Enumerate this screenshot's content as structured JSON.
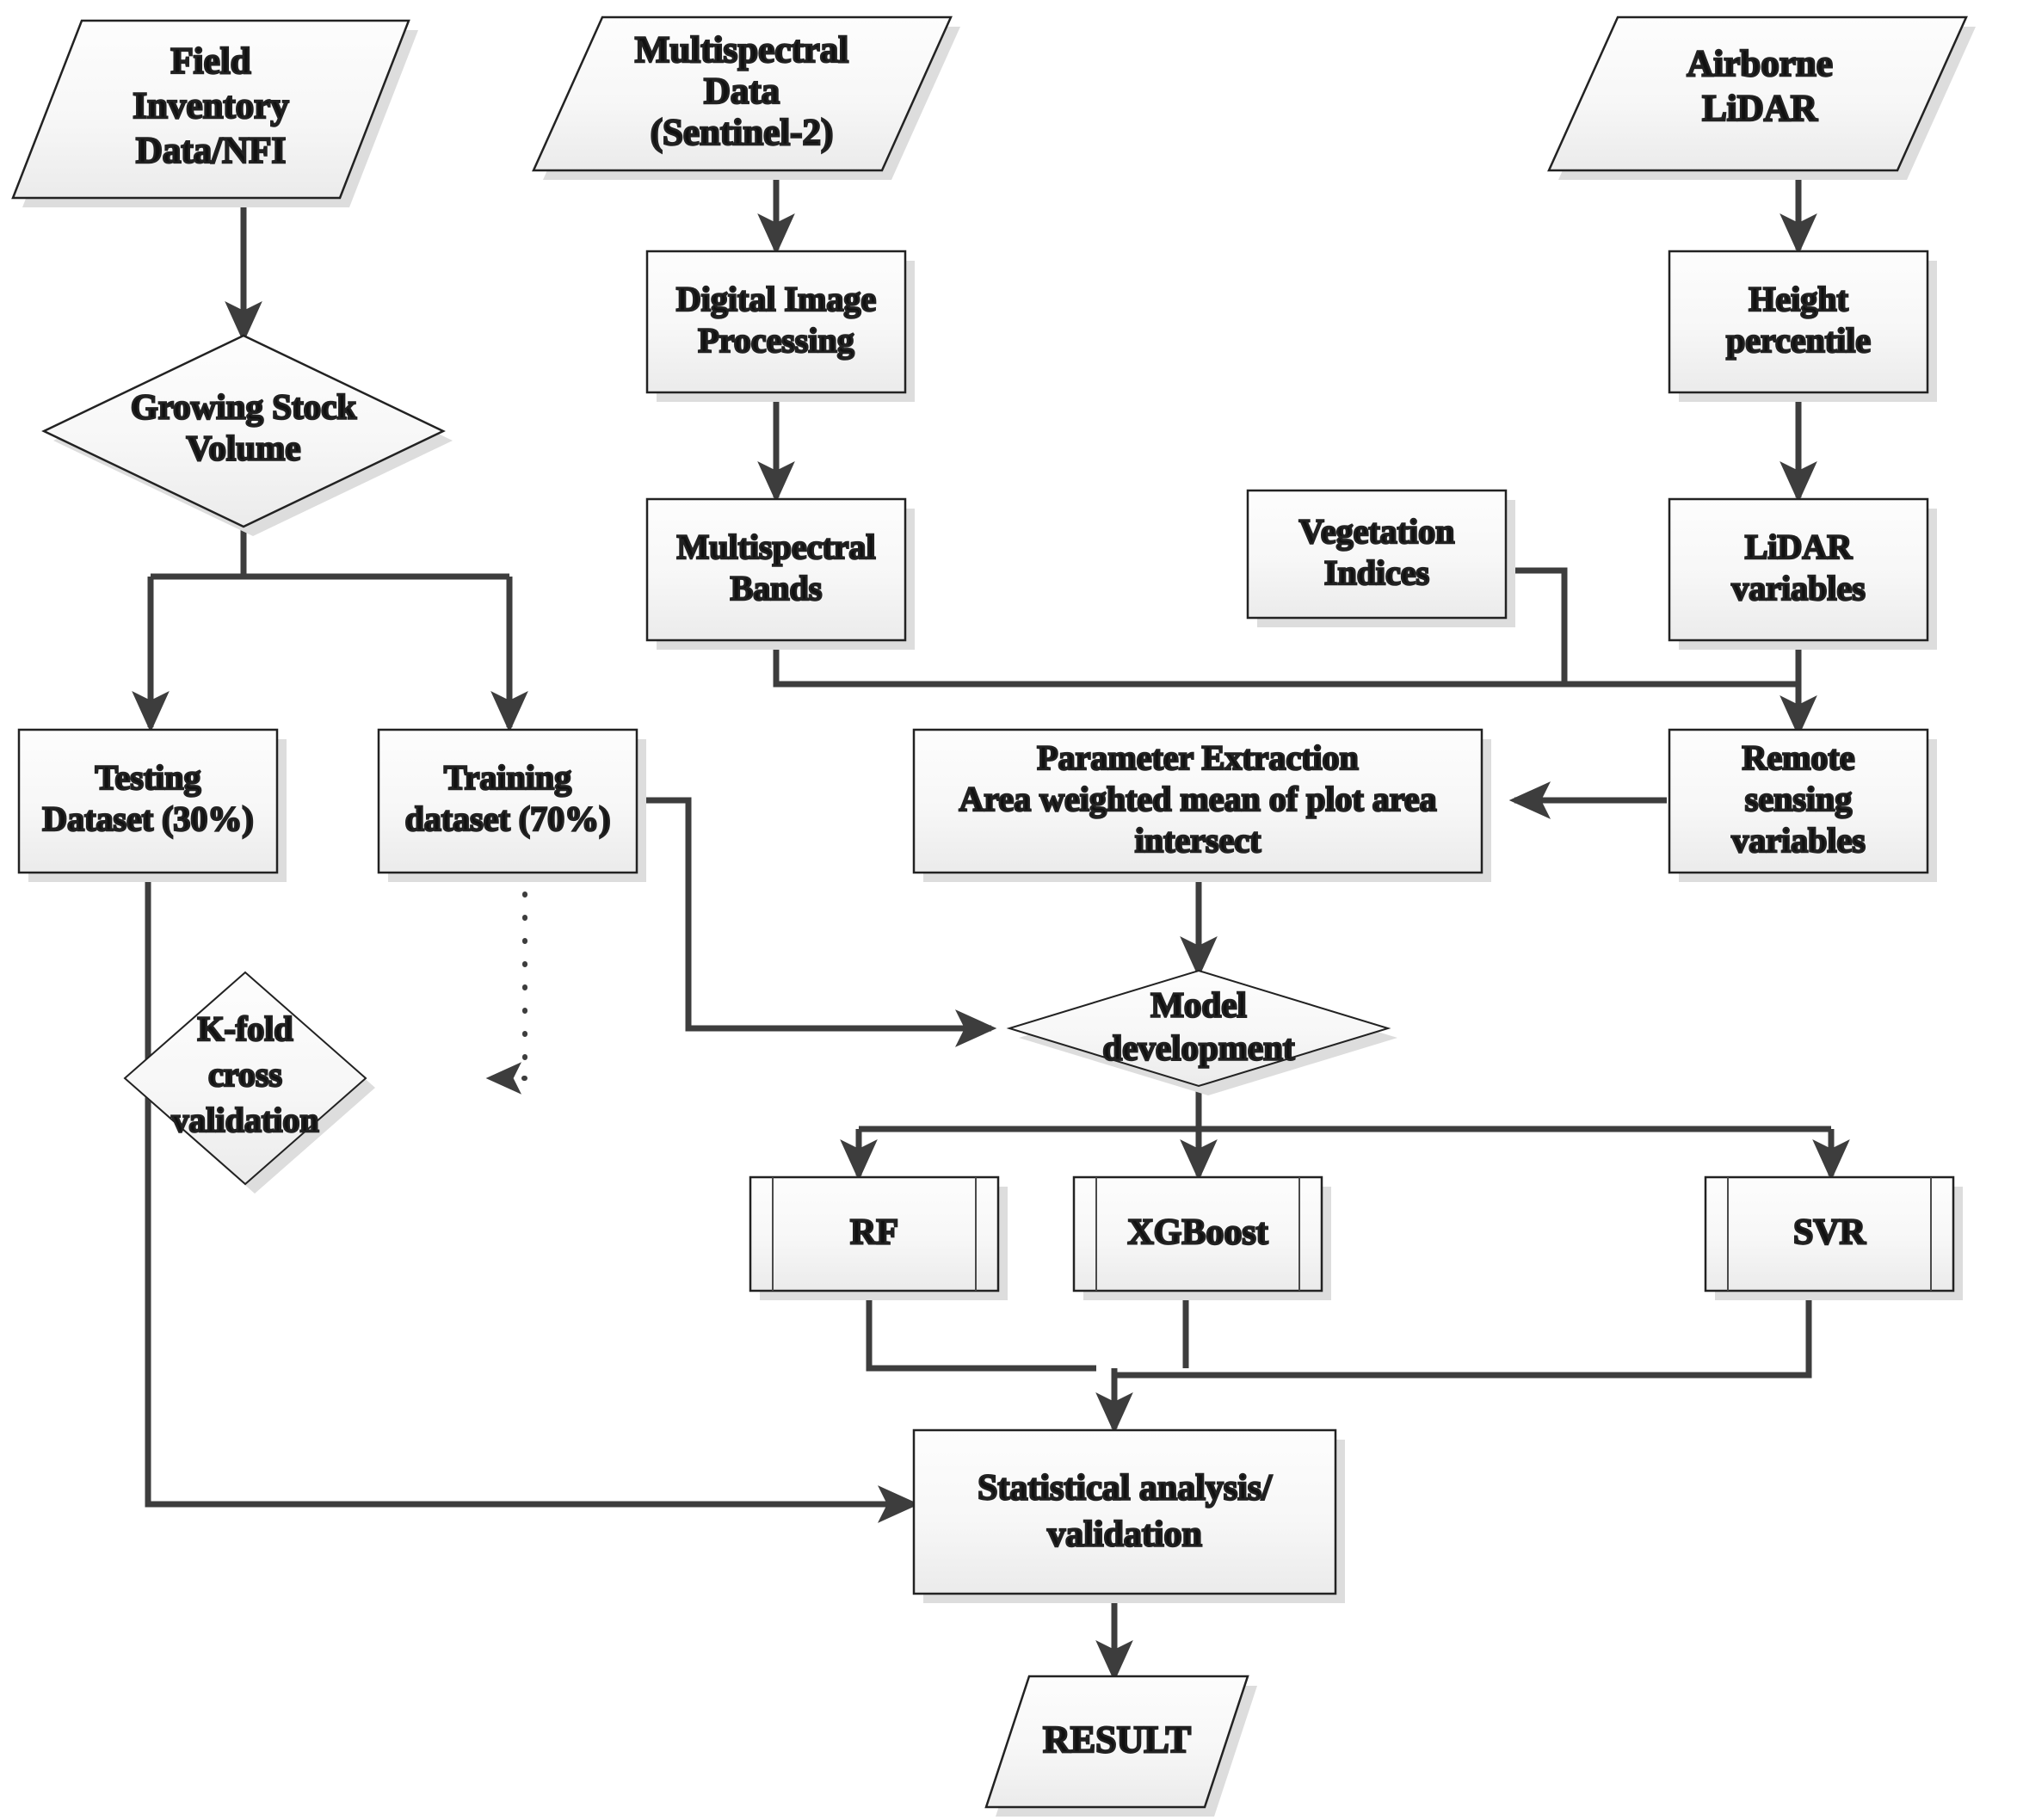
{
  "diagram": {
    "title": "Forest growing stock volume modelling workflow",
    "background": "#ffffff",
    "line_color": "#3d3d3d",
    "node_fill_top": "#fcfcfc",
    "node_fill_bottom": "#eeeeee",
    "node_stroke": "#222222",
    "shadow_color": "#dcdcdc",
    "text_color": "#111111"
  },
  "nodes": {
    "field_inventory": {
      "label": [
        "Field",
        "Inventory",
        "Data/NFI"
      ],
      "shape": "parallelogram"
    },
    "multispectral_data": {
      "label": [
        "Multispectral",
        "Data",
        "(Sentinel-2)"
      ],
      "shape": "parallelogram"
    },
    "airborne_lidar": {
      "label": [
        "Airborne",
        "LiDAR"
      ],
      "shape": "parallelogram"
    },
    "growing_stock_volume": {
      "label": [
        "Growing Stock",
        "Volume"
      ],
      "shape": "diamond"
    },
    "digital_image_processing": {
      "label": [
        "Digital Image",
        "Processing"
      ],
      "shape": "rectangle"
    },
    "multispectral_bands": {
      "label": [
        "Multispectral",
        "Bands"
      ],
      "shape": "rectangle"
    },
    "height_percentile": {
      "label": [
        "Height",
        "percentile"
      ],
      "shape": "rectangle"
    },
    "vegetation_indices": {
      "label": [
        "Vegetation",
        "Indices"
      ],
      "shape": "rectangle"
    },
    "lidar_variables": {
      "label": [
        "LiDAR",
        "variables"
      ],
      "shape": "rectangle"
    },
    "testing_dataset": {
      "label": [
        "Testing",
        "Dataset (30%)"
      ],
      "shape": "rectangle"
    },
    "training_dataset": {
      "label": [
        "Training",
        "dataset (70%)"
      ],
      "shape": "rectangle"
    },
    "parameter_extraction": {
      "label": [
        "Parameter Extraction",
        "Area weighted mean of plot area",
        "intersect"
      ],
      "shape": "rectangle"
    },
    "remote_sensing_variables": {
      "label": [
        "Remote",
        "sensing",
        "variables"
      ],
      "shape": "rectangle"
    },
    "kfold_cross_validation": {
      "label": [
        "K-fold",
        "cross",
        "validation"
      ],
      "shape": "diamond"
    },
    "model_development": {
      "label": [
        "Model",
        "development"
      ],
      "shape": "diamond"
    },
    "rf": {
      "label": [
        "RF"
      ],
      "shape": "predefined-process"
    },
    "xgboost": {
      "label": [
        "XGBoost"
      ],
      "shape": "predefined-process"
    },
    "svr": {
      "label": [
        "SVR"
      ],
      "shape": "predefined-process"
    },
    "statistical_analysis": {
      "label": [
        "Statistical analysis/",
        "validation"
      ],
      "shape": "rectangle"
    },
    "result": {
      "label": [
        "RESULT"
      ],
      "shape": "parallelogram"
    }
  },
  "edges": [
    {
      "from": "field_inventory",
      "to": "growing_stock_volume",
      "style": "solid",
      "arrow": true
    },
    {
      "from": "growing_stock_volume",
      "to": "testing_dataset",
      "style": "solid",
      "arrow": true
    },
    {
      "from": "growing_stock_volume",
      "to": "training_dataset",
      "style": "solid",
      "arrow": true
    },
    {
      "from": "multispectral_data",
      "to": "digital_image_processing",
      "style": "solid",
      "arrow": true
    },
    {
      "from": "digital_image_processing",
      "to": "multispectral_bands",
      "style": "solid",
      "arrow": true
    },
    {
      "from": "airborne_lidar",
      "to": "height_percentile",
      "style": "solid",
      "arrow": true
    },
    {
      "from": "height_percentile",
      "to": "lidar_variables",
      "style": "solid",
      "arrow": true
    },
    {
      "from": "multispectral_bands",
      "to": "remote_sensing_variables",
      "style": "solid",
      "arrow": true
    },
    {
      "from": "vegetation_indices",
      "to": "remote_sensing_variables",
      "style": "solid",
      "arrow": true
    },
    {
      "from": "lidar_variables",
      "to": "remote_sensing_variables",
      "style": "solid",
      "arrow": true
    },
    {
      "from": "remote_sensing_variables",
      "to": "parameter_extraction",
      "style": "solid",
      "arrow": true
    },
    {
      "from": "parameter_extraction",
      "to": "model_development",
      "style": "solid",
      "arrow": true
    },
    {
      "from": "training_dataset",
      "to": "model_development",
      "style": "solid",
      "arrow": true
    },
    {
      "from": "testing_dataset",
      "to": "kfold_cross_validation",
      "style": "dotted",
      "arrow": true
    },
    {
      "from": "training_dataset",
      "to": "kfold_cross_validation",
      "style": "dotted",
      "arrow": true
    },
    {
      "from": "model_development",
      "to": "rf",
      "style": "solid",
      "arrow": true
    },
    {
      "from": "model_development",
      "to": "xgboost",
      "style": "solid",
      "arrow": true
    },
    {
      "from": "model_development",
      "to": "svr",
      "style": "solid",
      "arrow": true
    },
    {
      "from": "rf",
      "to": "statistical_analysis",
      "style": "solid",
      "arrow": true
    },
    {
      "from": "xgboost",
      "to": "statistical_analysis",
      "style": "solid",
      "arrow": true
    },
    {
      "from": "svr",
      "to": "statistical_analysis",
      "style": "solid",
      "arrow": true
    },
    {
      "from": "testing_dataset",
      "to": "statistical_analysis",
      "style": "solid",
      "arrow": true
    },
    {
      "from": "statistical_analysis",
      "to": "result",
      "style": "solid",
      "arrow": true
    }
  ]
}
